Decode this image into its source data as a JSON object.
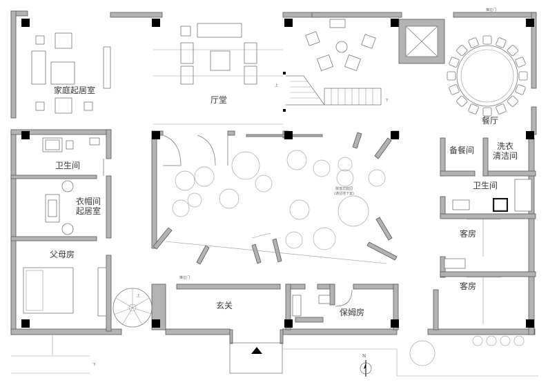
{
  "rooms": {
    "family_living": "家庭起居室",
    "hall": "厅堂",
    "dining": "餐厅",
    "bathroom_west": "卫生间",
    "cloakroom_line1": "衣帽间",
    "cloakroom_line2": "起居室",
    "parents_room": "父母房",
    "pantry": "备餐间",
    "laundry_line1": "洗衣",
    "laundry_line2": "清洁间",
    "bathroom_east": "卫生间",
    "guest_room_1": "客房",
    "guest_room_2": "客房",
    "entrance": "玄关",
    "nanny_room": "保姆房",
    "courtyard_line1": "院落式庭园",
    "courtyard_line2": "(通往地下室)"
  },
  "annotations": {
    "sliding_door_top": "推拉门",
    "sliding_door_entry": "推拉门",
    "stair_up_main": "上",
    "stair_down_main": "下",
    "stair_up_spiral": "上",
    "stair_down_left": "下"
  },
  "north_arrow": {
    "label": "N",
    "icon": "north-arrow-icon"
  },
  "colors": {
    "wall": "#b3b3b3",
    "column": "#000000",
    "line": "#7a7a7a",
    "text": "#3a3a3a"
  }
}
